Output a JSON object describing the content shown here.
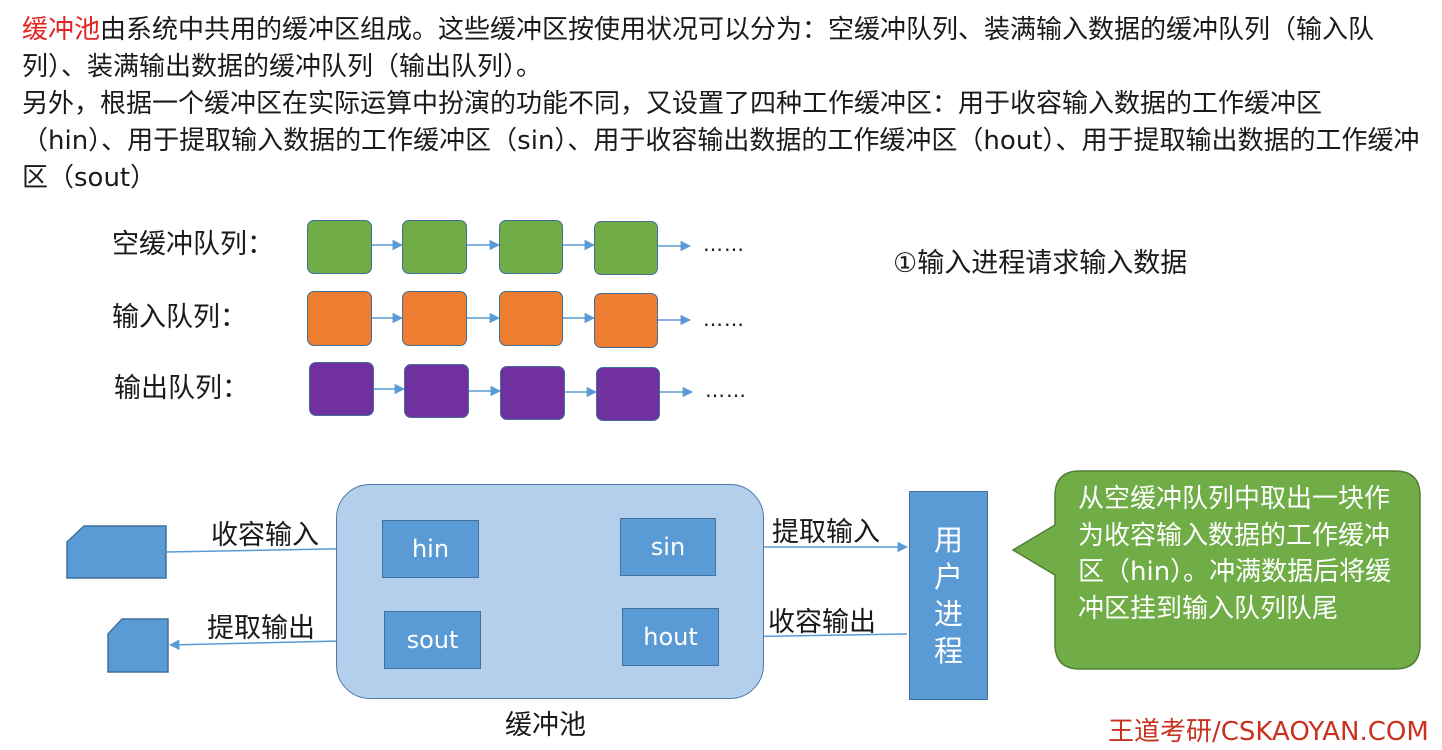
{
  "intro": {
    "p1_highlight": "缓冲池",
    "p1_rest": "由系统中共用的缓冲区组成。这些缓冲区按使用状况可以分为：空缓冲队列、装满输入数据的缓冲队列（输入队列）、装满输出数据的缓冲队列（输出队列）。",
    "p2": "另外，根据一个缓冲区在实际运算中扮演的功能不同，又设置了四种工作缓冲区：用于收容输入数据的工作缓冲区（hin）、用于提取输入数据的工作缓冲区（sin）、用于收容输出数据的工作缓冲区（hout）、用于提取输出数据的工作缓冲区（sout）"
  },
  "queues": [
    {
      "label": "空缓冲队列：",
      "color": "#70ad47",
      "border": "#3f6e98",
      "ellipsis": "……"
    },
    {
      "label": "输入队列：",
      "color": "#ed7d31",
      "border": "#3f6e98",
      "ellipsis": "……"
    },
    {
      "label": "输出队列：",
      "color": "#7030a0",
      "border": "#3f6e98",
      "ellipsis": "……"
    }
  ],
  "step_text": "①输入进程请求输入数据",
  "pool": {
    "caption": "缓冲池",
    "hin": "hin",
    "sin": "sin",
    "sout": "sout",
    "hout": "hout",
    "fill": "#b3cfeb",
    "buffer_color": "#5b9bd5"
  },
  "flows": {
    "collect_input": "收容输入",
    "extract_input": "提取输入",
    "extract_output": "提取输出",
    "collect_output": "收容输出"
  },
  "user_process": {
    "chars": [
      "用",
      "户",
      "进",
      "程"
    ]
  },
  "callout": {
    "text": "从空缓冲队列中取出一块作为收容输入数据的工作缓冲区（hin）。冲满数据后将缓冲区挂到输入队列队尾",
    "color": "#70ad47"
  },
  "brand": "王道考研/CSKAOYAN.COM"
}
